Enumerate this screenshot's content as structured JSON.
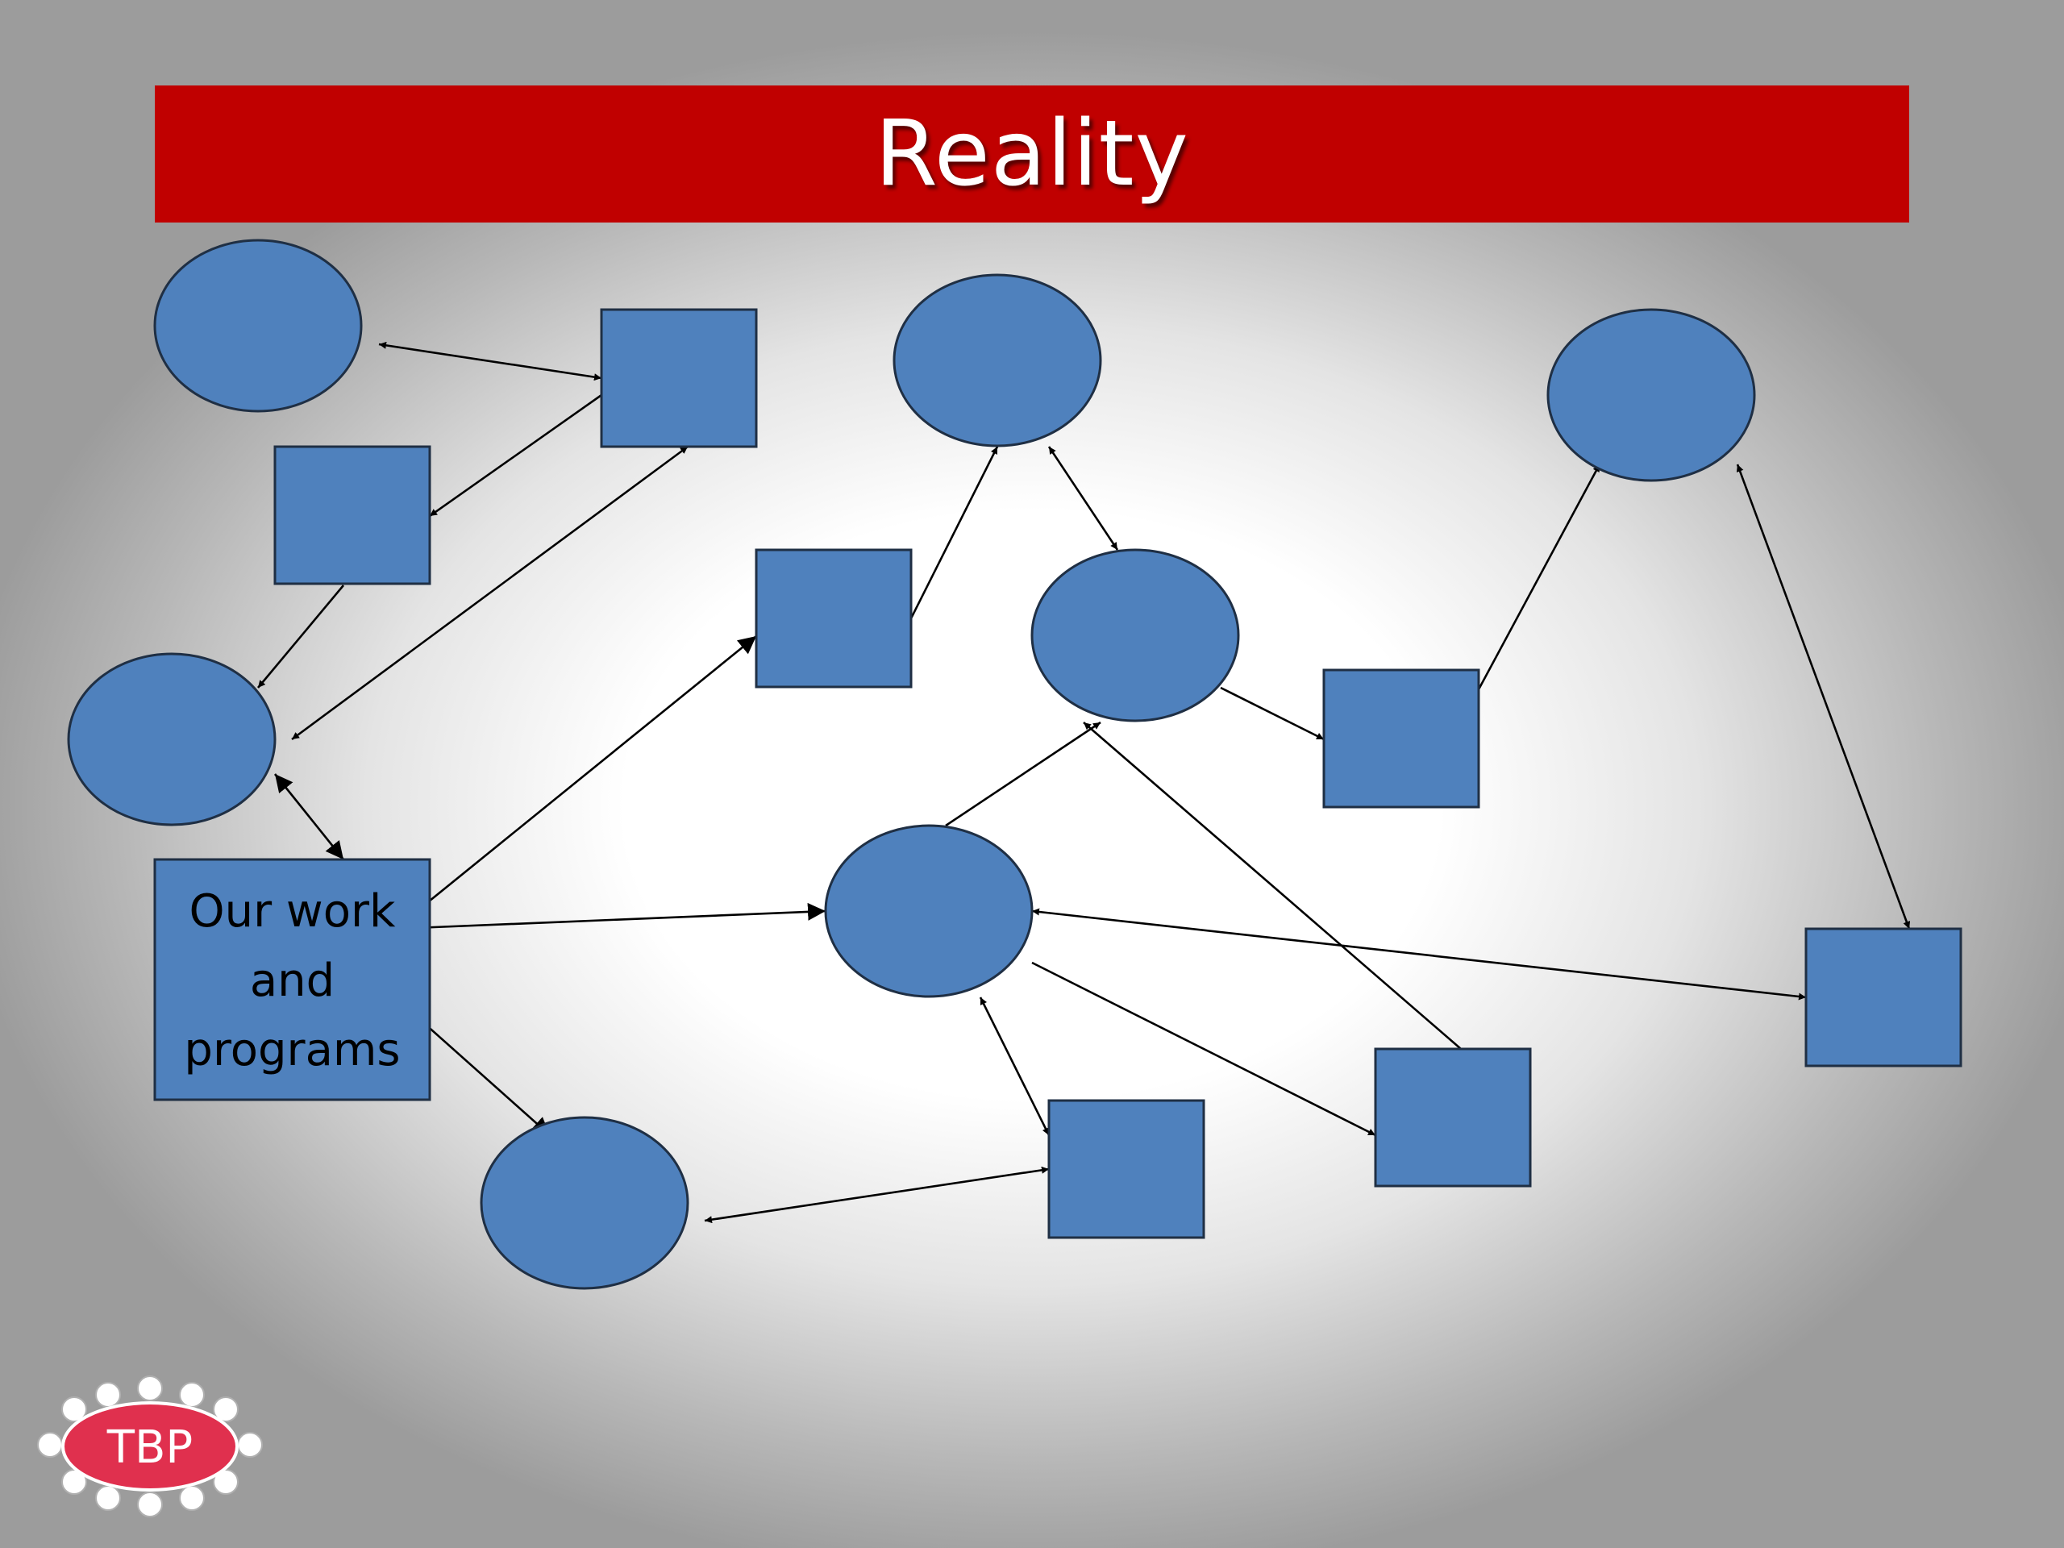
{
  "slide": {
    "title": "Reality",
    "background_center": "#ffffff",
    "background_edge": "#9c9c9c",
    "title_bar_color": "#c00000"
  },
  "diagram": {
    "node_fill": "#4f81bd",
    "nodes": [
      {
        "id": "c1",
        "shape": "ellipse"
      },
      {
        "id": "s1",
        "shape": "rect"
      },
      {
        "id": "s2",
        "shape": "rect"
      },
      {
        "id": "c2",
        "shape": "ellipse"
      },
      {
        "id": "s3",
        "shape": "rect",
        "label_lines": [
          "Our work",
          "and",
          "programs"
        ]
      },
      {
        "id": "c3",
        "shape": "ellipse"
      },
      {
        "id": "s4",
        "shape": "rect"
      },
      {
        "id": "c4",
        "shape": "ellipse"
      },
      {
        "id": "c5",
        "shape": "ellipse"
      },
      {
        "id": "c6",
        "shape": "ellipse"
      },
      {
        "id": "s5",
        "shape": "rect"
      },
      {
        "id": "c7",
        "shape": "ellipse"
      },
      {
        "id": "s6",
        "shape": "rect"
      },
      {
        "id": "s7",
        "shape": "rect"
      },
      {
        "id": "s8",
        "shape": "rect"
      }
    ],
    "edges": [
      {
        "from": "c1",
        "to": "s1",
        "direction": "both"
      },
      {
        "from": "s1",
        "to": "s2",
        "direction": "forward"
      },
      {
        "from": "s2",
        "to": "c2",
        "direction": "forward"
      },
      {
        "from": "s1",
        "to": "c2",
        "direction": "both"
      },
      {
        "from": "c2",
        "to": "s3",
        "direction": "both"
      },
      {
        "from": "s3",
        "to": "c3",
        "direction": "forward"
      },
      {
        "from": "s3",
        "to": "s4",
        "direction": "both"
      },
      {
        "from": "s3",
        "to": "c6",
        "direction": "both"
      },
      {
        "from": "s4",
        "to": "c4",
        "direction": "forward"
      },
      {
        "from": "c4",
        "to": "c5",
        "direction": "both"
      },
      {
        "from": "c5",
        "to": "s5",
        "direction": "forward"
      },
      {
        "from": "s5",
        "to": "c7",
        "direction": "both"
      },
      {
        "from": "c6",
        "to": "c5",
        "direction": "forward"
      },
      {
        "from": "c6",
        "to": "s6",
        "direction": "both"
      },
      {
        "from": "c6",
        "to": "s7",
        "direction": "forward"
      },
      {
        "from": "s7",
        "to": "c5",
        "direction": "forward"
      },
      {
        "from": "c6",
        "to": "s8",
        "direction": "both"
      },
      {
        "from": "c7",
        "to": "s8",
        "direction": "both"
      },
      {
        "from": "c3",
        "to": "s6",
        "direction": "both"
      }
    ]
  },
  "logo": {
    "text": "TBP",
    "color": "#e0304e"
  }
}
